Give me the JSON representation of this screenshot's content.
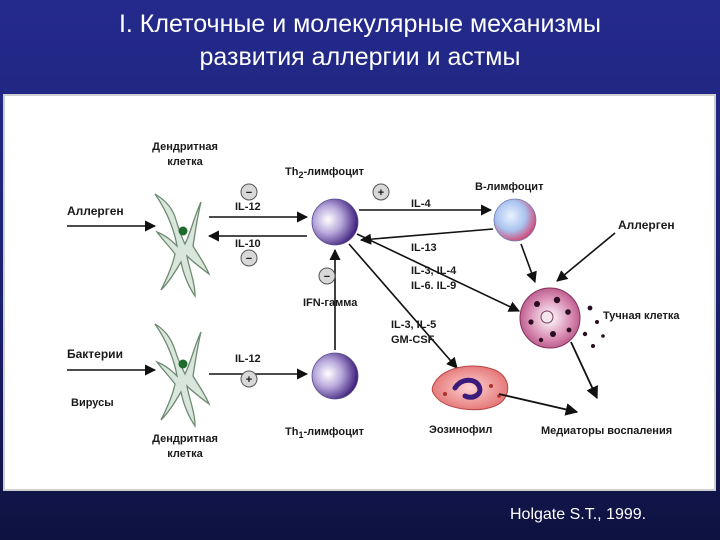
{
  "slide": {
    "title_line1": "I. Клеточные и молекулярные механизмы",
    "title_line2": "развития аллергии и астмы",
    "citation": "Holgate S.T., 1999."
  },
  "diagram": {
    "dendritic_top": [
      "Дендритная",
      "клетка"
    ],
    "dendritic_bottom": [
      "Дендритная",
      "клетка"
    ],
    "allergen_left": "Аллерген",
    "allergen_right": "Аллерген",
    "bacteria": "Бактерии",
    "viruses": "Вирусы",
    "il12_top": "IL-12",
    "il10": "IL-10",
    "il12_bottom": "IL-12",
    "th2_prefix": "Th",
    "th2_sub": "2",
    "th2_suffix": "-лимфоцит",
    "th1_prefix": "Th",
    "th1_sub": "1",
    "th1_suffix": "-лимфоцит",
    "b_cell": "В-лимфоцит",
    "il4": "IL-4",
    "il13": "IL-13",
    "il_mast_line1": "IL-3, IL-4",
    "il_mast_line2": "IL-6. IL-9",
    "ifn": "IFN-гамма",
    "il_eos_line1": "IL-3, IL-5",
    "il_eos_line2": "GM-CSF",
    "mast_cell": "Тучная клетка",
    "eosinophil": "Эозинофил",
    "mediators": "Медиаторы воспаления",
    "plus_sign": "+",
    "minus_sign": "−"
  }
}
